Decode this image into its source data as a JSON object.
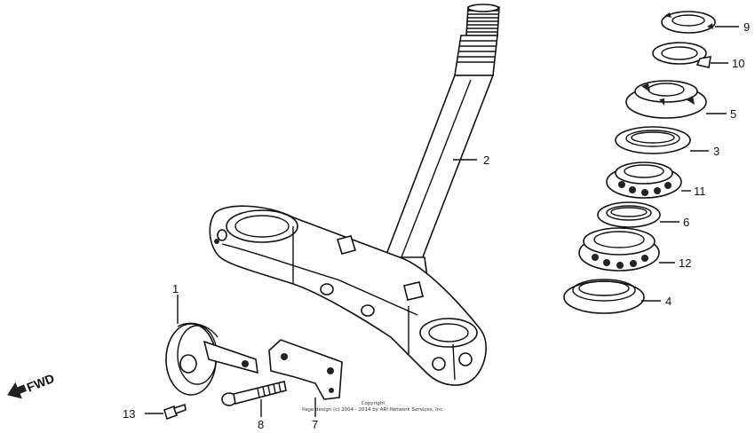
{
  "callouts": {
    "p1": "1",
    "p2": "2",
    "p3": "3",
    "p4": "4",
    "p5": "5",
    "p6": "6",
    "p7": "7",
    "p8": "8",
    "p9": "9",
    "p10": "10",
    "p11": "11",
    "p12": "12",
    "p13": "13"
  },
  "direction_label": "FWD",
  "copyright": {
    "line1": "Copyright",
    "line2": "Page design (c) 2004 - 2014 by ARI Network Services, Inc."
  }
}
